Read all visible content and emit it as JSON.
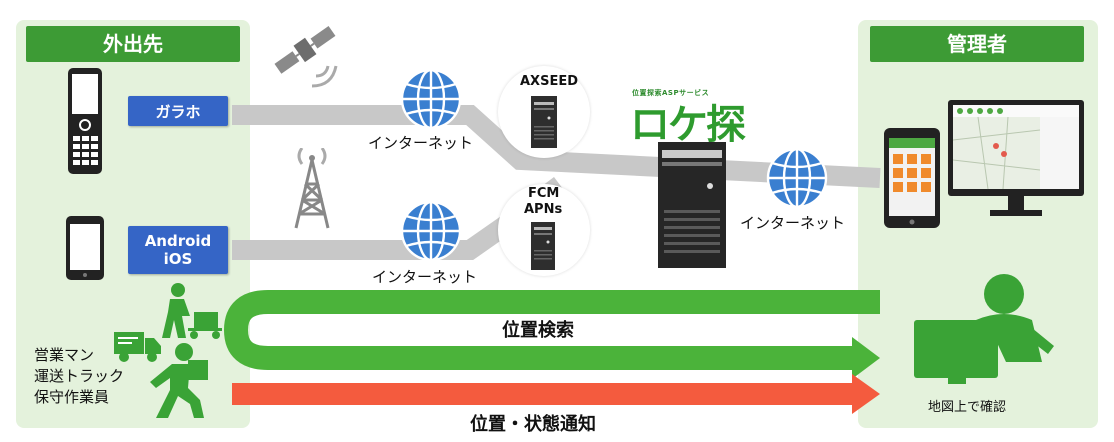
{
  "left_panel": {
    "header": "外出先"
  },
  "right_panel": {
    "header": "管理者",
    "caption": "地図上で確認"
  },
  "devices": {
    "feature_phone_label": "ガラホ",
    "smartphone_label_line1": "Android",
    "smartphone_label_line2": "iOS"
  },
  "network": {
    "internet_top": "インターネット",
    "internet_bottom": "インターネット",
    "internet_right": "インターネット"
  },
  "servers": {
    "axseed_label": "AXSEED",
    "push_label_line1": "FCM",
    "push_label_line2": "APNs"
  },
  "brand": {
    "logo_text": "ロケ探",
    "logo_tagline": "位置探索ASPサービス"
  },
  "workers": {
    "line1": "営業マン",
    "line2": "運送トラック",
    "line3": "保守作業員"
  },
  "flows": {
    "search_label": "位置検索",
    "notify_label": "位置・状態通知"
  },
  "colors": {
    "panel_bg": "#e4f2dc",
    "header_green": "#3d9b35",
    "label_blue": "#3565c6",
    "search_arrow": "#4bb33a",
    "notify_arrow": "#f45b3e",
    "globe_blue": "#3a7fd0",
    "link_gray": "#c8c8c8"
  },
  "icons": [
    "satellite-icon",
    "cell-tower-icon",
    "globe-icon",
    "server-icon",
    "feature-phone-icon",
    "smartphone-icon",
    "tablet-icon",
    "monitor-icon",
    "admin-person-icon",
    "worker-cart-icon",
    "delivery-truck-icon",
    "runner-icon"
  ]
}
